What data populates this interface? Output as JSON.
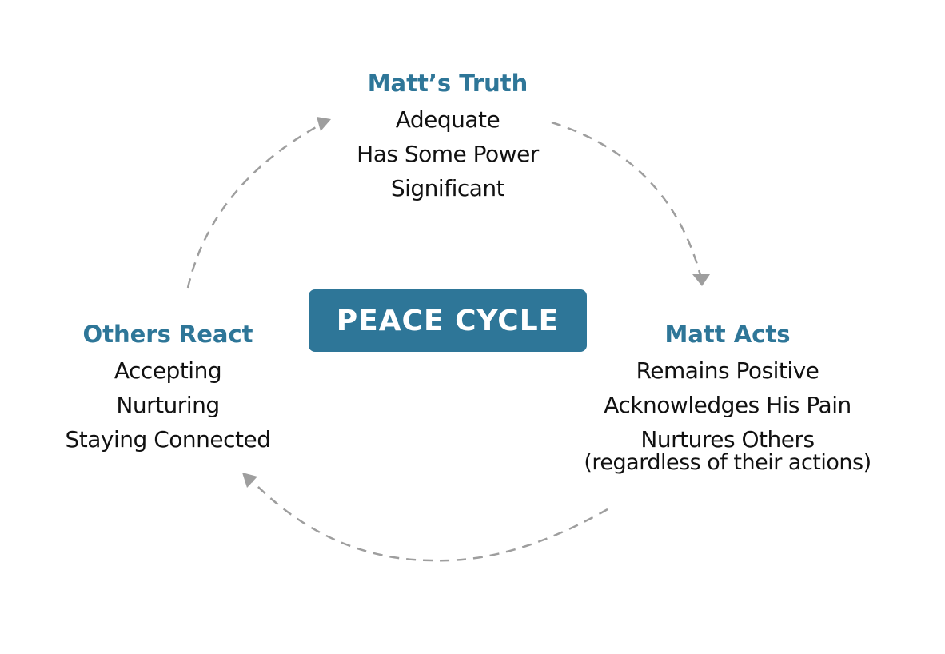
{
  "colors": {
    "accent": "#2e7698",
    "arrow": "#9e9e9e",
    "text": "#111111"
  },
  "center": {
    "label": "PEACE CYCLE"
  },
  "nodes": {
    "truth": {
      "heading": "Matt’s Truth",
      "items": [
        "Adequate",
        "Has Some Power",
        "Significant"
      ]
    },
    "acts": {
      "heading": "Matt Acts",
      "items": [
        "Remains Positive",
        "Acknowledges His Pain",
        "Nurtures Others"
      ],
      "note": "(regardless of their actions)"
    },
    "react": {
      "heading": "Others React",
      "items": [
        "Accepting",
        "Nurturing",
        "Staying Connected"
      ]
    }
  }
}
